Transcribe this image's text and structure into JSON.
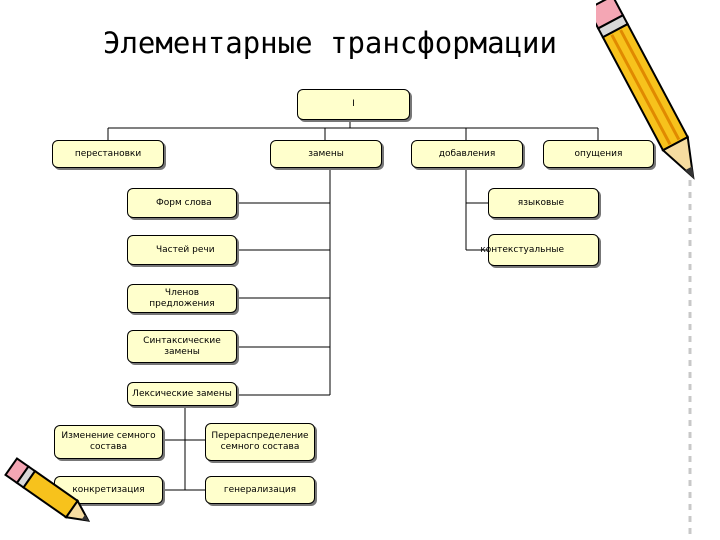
{
  "title": "Элементарные трансформации",
  "nodes": {
    "root": "I",
    "permutations": "перестановки",
    "replacements": "замены",
    "additions": "добавления",
    "omissions": "опущения",
    "word_forms": "Форм слова",
    "parts_of_speech": "Частей речи",
    "sentence_members": "Членов предложения",
    "syntactic_replacements": "Синтаксические замены",
    "lexical_replacements": "Лексические замены",
    "seme_change": "Изменение семного состава",
    "seme_redistribution": "Перераспределение семного состава",
    "concretization": "конкретизация",
    "generalization": "генерализация",
    "linguistic": "языковые",
    "contextual": "контекстуальные"
  },
  "colors": {
    "box_fill": "#ffffcc",
    "line": "#000000"
  },
  "decorations": [
    "pencil-icon-large",
    "pencil-icon-small"
  ]
}
